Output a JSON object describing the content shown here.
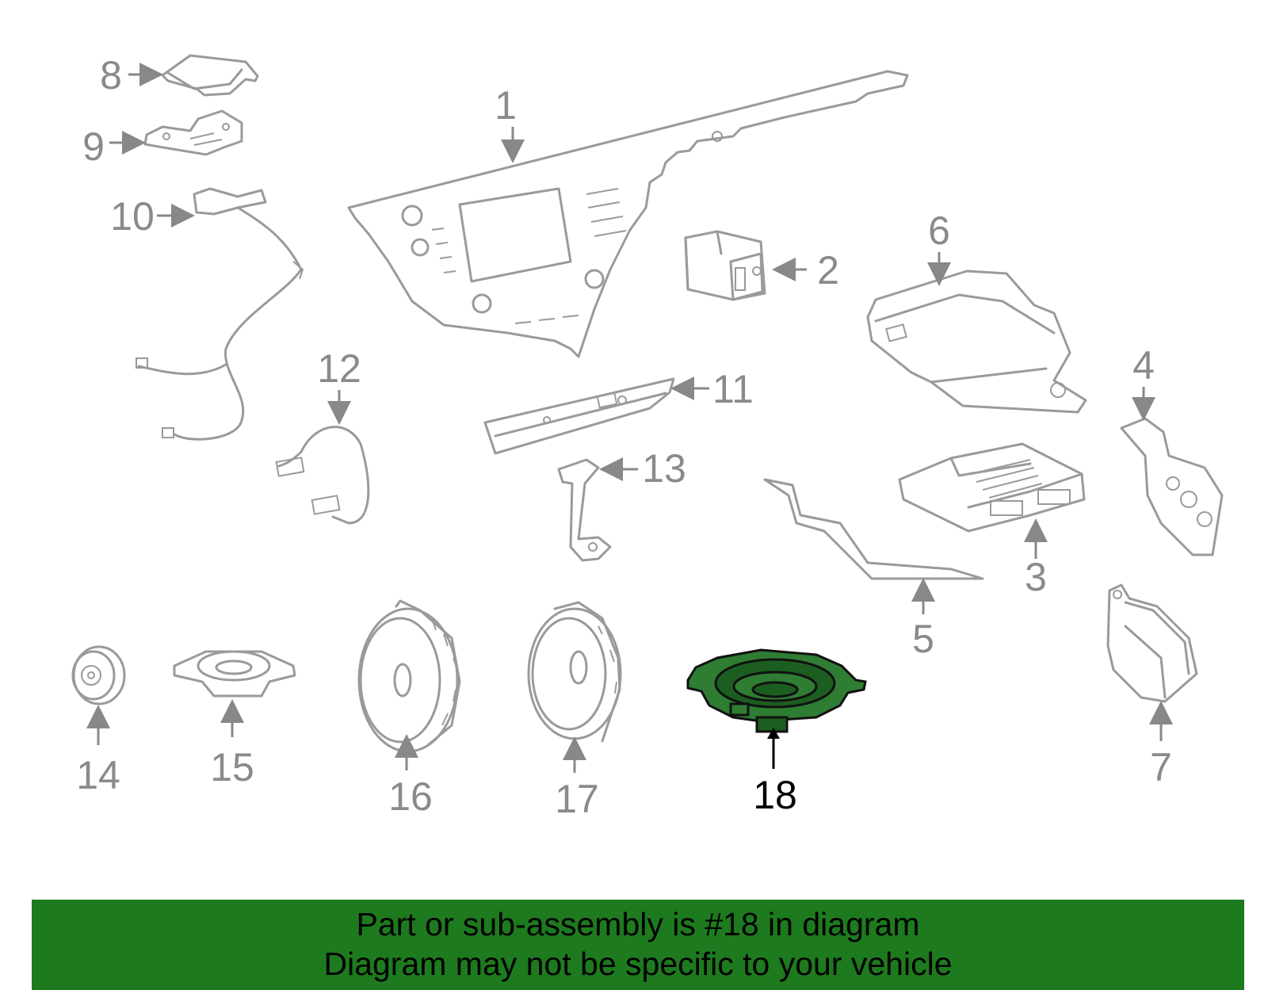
{
  "callouts": {
    "c1": "1",
    "c2": "2",
    "c3": "3",
    "c4": "4",
    "c5": "5",
    "c6": "6",
    "c7": "7",
    "c8": "8",
    "c9": "9",
    "c10": "10",
    "c11": "11",
    "c12": "12",
    "c13": "13",
    "c14": "14",
    "c15": "15",
    "c16": "16",
    "c17": "17",
    "c18": "18"
  },
  "highlight_color": "#2e7d32",
  "banner": {
    "line1": "Part or sub-assembly is #18 in diagram",
    "line2": "Diagram may not be specific to your vehicle",
    "background": "#1e7a1e"
  }
}
